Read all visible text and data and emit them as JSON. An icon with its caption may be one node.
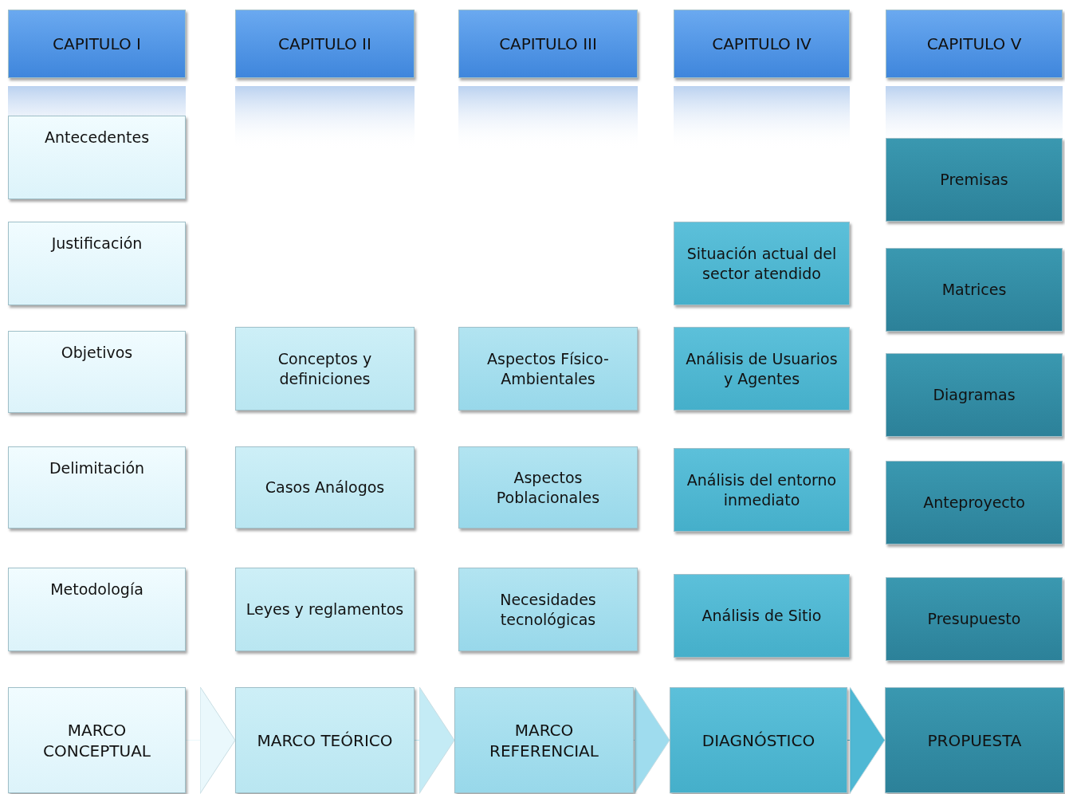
{
  "diagram": {
    "nodes": [
      {
        "text": [
          "CAPITULO I"
        ]
      },
      {
        "text": [
          "CAPITULO II"
        ]
      },
      {
        "text": [
          "CAPITULO III"
        ]
      },
      {
        "text": [
          "CAPITULO IV"
        ]
      },
      {
        "text": [
          "CAPITULO V"
        ]
      },
      {
        "text": [
          "Antecedentes"
        ]
      },
      {
        "text": [
          "Justificación"
        ]
      },
      {
        "text": [
          "Objetivos"
        ]
      },
      {
        "text": [
          "Delimitación"
        ]
      },
      {
        "text": [
          "Metodología"
        ]
      },
      {
        "text": [
          "Conceptos y definiciones"
        ]
      },
      {
        "text": [
          "Casos Análogos"
        ]
      },
      {
        "text": [
          "Leyes y reglamentos"
        ]
      },
      {
        "text": [
          "Aspectos Físico-Ambientales"
        ]
      },
      {
        "text": [
          "Aspectos Poblacionales"
        ]
      },
      {
        "text": [
          "Necesidades tecnológicas"
        ]
      },
      {
        "text": [
          "Situación actual del sector atendido"
        ]
      },
      {
        "text": [
          "Análisis de Usuarios y Agentes"
        ]
      },
      {
        "text": [
          "Análisis del entorno inmediato"
        ]
      },
      {
        "text": [
          "Análisis de Sitio"
        ]
      },
      {
        "text": [
          "Premisas"
        ]
      },
      {
        "text": [
          "Matrices"
        ]
      },
      {
        "text": [
          "Diagramas"
        ]
      },
      {
        "text": [
          "Anteproyecto"
        ]
      },
      {
        "text": [
          "Presupuesto"
        ]
      },
      {
        "text": [
          "MARCO CONCEPTUAL"
        ]
      },
      {
        "text": [
          "MARCO TEÓRICO"
        ]
      },
      {
        "text": [
          "MARCO REFERENCIAL"
        ]
      },
      {
        "text": [
          "DIAGNÓSTICO"
        ]
      },
      {
        "text": [
          "PROPUESTA"
        ]
      }
    ],
    "edges": [
      {
        "from": 25,
        "to": 26,
        "arrow": "to",
        "color": "#eaf8fc"
      },
      {
        "from": 26,
        "to": 27,
        "arrow": "to",
        "color": "#c4ebf5"
      },
      {
        "from": 27,
        "to": 28,
        "arrow": "to",
        "color": "#9fdcee"
      },
      {
        "from": 28,
        "to": 29,
        "arrow": "to",
        "color": "#4fb8d4"
      }
    ]
  }
}
